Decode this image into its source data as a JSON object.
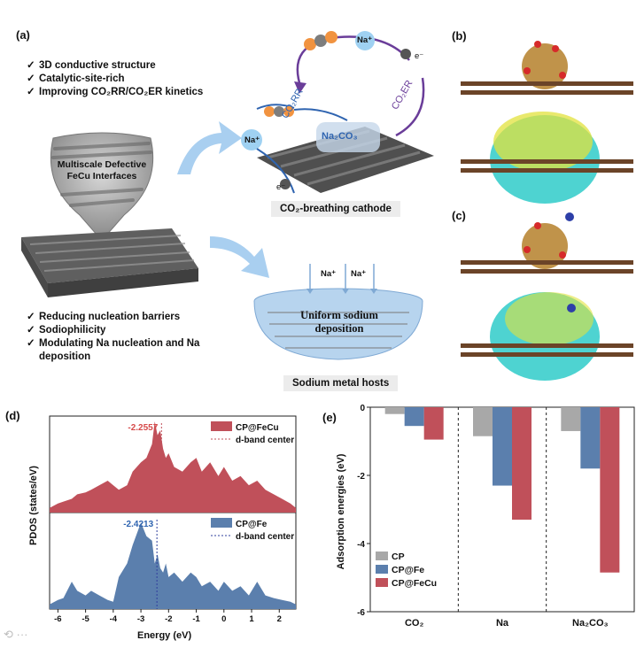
{
  "panel_a": {
    "label": "(a)",
    "bullets_top": [
      "3D conductive structure",
      "Catalytic-site-rich",
      "Improving CO₂RR/CO₂ER kinetics"
    ],
    "bullets_bottom": [
      "Reducing nucleation barriers",
      "Sodiophilicity",
      "Modulating Na nucleation and Na",
      "deposition"
    ],
    "magnifier_text": [
      "Multiscale Defective",
      "FeCu Interfaces"
    ],
    "cycle": {
      "na_plus": "Na⁺",
      "e_minus": "e⁻",
      "co2rr": "CO₂RR",
      "co2er": "CO₂ER",
      "na2co3": "Na₂CO₃"
    },
    "cathode_banner": "CO₂-breathing cathode",
    "host": {
      "na_plus": "Na⁺",
      "uniform_line1": "Uniform sodium",
      "uniform_line2": "deposition"
    },
    "host_banner": "Sodium metal hosts"
  },
  "panel_b": {
    "label": "(b)"
  },
  "panel_c": {
    "label": "(c)"
  },
  "panel_d": {
    "label": "(d)",
    "ylabel": "PDOS (states/eV)",
    "xlabel": "Energy (eV)",
    "xticks": [
      "-6",
      "-5",
      "-4",
      "-3",
      "-2",
      "-1",
      "0",
      "1",
      "2"
    ],
    "top": {
      "legend": "CP@FeCu",
      "center_legend": "d-band center",
      "center_value": "-2.2557",
      "color": "#c0505a"
    },
    "bottom": {
      "legend": "CP@Fe",
      "center_legend": "d-band center",
      "center_value": "-2.4213",
      "color": "#5b7fad"
    }
  },
  "panel_e": {
    "label": "(e)"
  },
  "chart_data": [
    {
      "type": "area",
      "xlabel": "Energy (eV)",
      "ylabel": "PDOS (states/eV)",
      "xlim": [
        -6.3,
        2.6
      ],
      "series": [
        {
          "name": "CP@FeCu",
          "d_band_center": -2.2557,
          "x": [
            -6.3,
            -6.0,
            -5.8,
            -5.5,
            -5.3,
            -5.0,
            -4.8,
            -4.5,
            -4.2,
            -4.0,
            -3.8,
            -3.5,
            -3.3,
            -3.0,
            -2.8,
            -2.6,
            -2.5,
            -2.4,
            -2.3,
            -2.2,
            -2.1,
            -2.0,
            -1.8,
            -1.5,
            -1.2,
            -1.0,
            -0.8,
            -0.5,
            -0.2,
            0,
            0.3,
            0.6,
            0.9,
            1.2,
            1.5,
            1.8,
            2.1,
            2.4,
            2.6
          ],
          "y": [
            0.05,
            0.1,
            0.12,
            0.15,
            0.2,
            0.22,
            0.25,
            0.3,
            0.35,
            0.3,
            0.25,
            0.3,
            0.45,
            0.55,
            0.6,
            0.75,
            1.0,
            0.85,
            0.9,
            0.7,
            0.6,
            0.65,
            0.5,
            0.45,
            0.55,
            0.6,
            0.45,
            0.55,
            0.4,
            0.5,
            0.35,
            0.4,
            0.3,
            0.35,
            0.25,
            0.2,
            0.15,
            0.1,
            0.05
          ]
        },
        {
          "name": "CP@Fe",
          "d_band_center": -2.4213,
          "x": [
            -6.3,
            -6.0,
            -5.8,
            -5.5,
            -5.3,
            -5.0,
            -4.8,
            -4.5,
            -4.2,
            -4.0,
            -3.8,
            -3.5,
            -3.3,
            -3.0,
            -2.8,
            -2.6,
            -2.5,
            -2.4,
            -2.3,
            -2.2,
            -2.1,
            -2.0,
            -1.8,
            -1.5,
            -1.2,
            -1.0,
            -0.8,
            -0.5,
            -0.2,
            0,
            0.3,
            0.6,
            0.9,
            1.2,
            1.5,
            1.8,
            2.1,
            2.4,
            2.6
          ],
          "y": [
            0.05,
            0.1,
            0.12,
            0.3,
            0.2,
            0.15,
            0.2,
            0.15,
            0.1,
            0.08,
            0.35,
            0.5,
            0.7,
            0.95,
            0.8,
            0.75,
            0.5,
            0.6,
            0.45,
            0.4,
            0.5,
            0.35,
            0.4,
            0.3,
            0.4,
            0.35,
            0.25,
            0.3,
            0.2,
            0.3,
            0.2,
            0.25,
            0.15,
            0.3,
            0.15,
            0.12,
            0.1,
            0.08,
            0.05
          ]
        }
      ]
    },
    {
      "type": "bar",
      "ylabel": "Adsorption energies (eV)",
      "ylim": [
        -6,
        0
      ],
      "yticks": [
        "0",
        "-2",
        "-4",
        "-6"
      ],
      "categories": [
        "CO₂",
        "Na",
        "Na₂CO₃"
      ],
      "series": [
        {
          "name": "CP",
          "color": "#a8a8a8",
          "values": [
            -0.2,
            -0.85,
            -0.7
          ]
        },
        {
          "name": "CP@Fe",
          "color": "#5b7fad",
          "values": [
            -0.55,
            -2.3,
            -1.8
          ]
        },
        {
          "name": "CP@FeCu",
          "color": "#c0505a",
          "values": [
            -0.95,
            -3.3,
            -4.85
          ]
        }
      ],
      "legend": "bottom-left"
    }
  ]
}
